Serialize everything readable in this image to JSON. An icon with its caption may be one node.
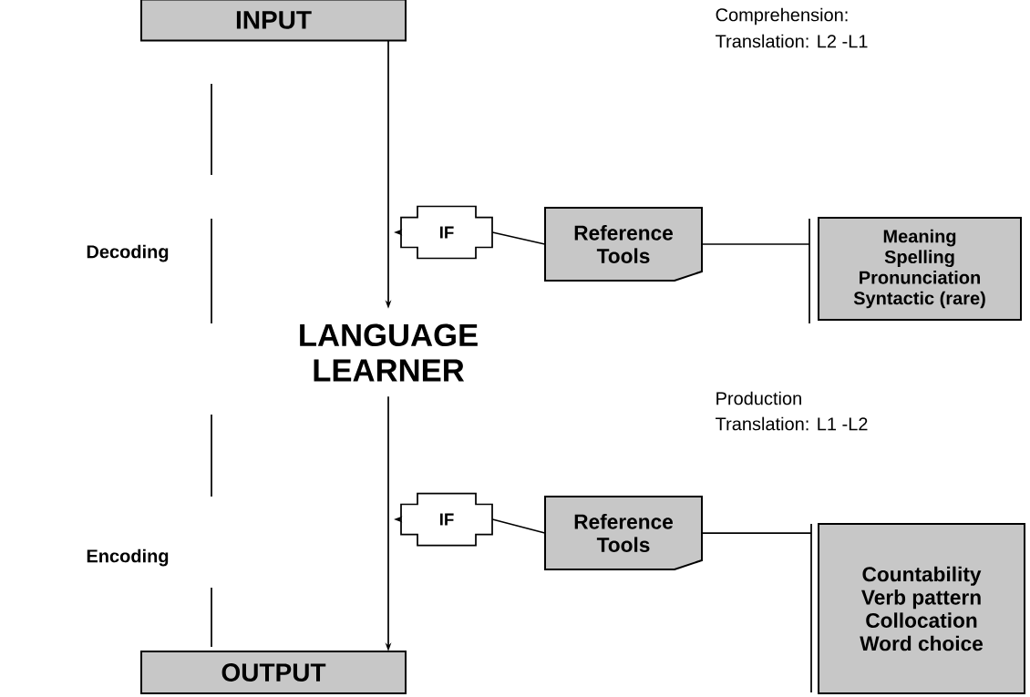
{
  "diagram": {
    "nodes": [
      {
        "text": [
          "INPUT"
        ]
      },
      {
        "text": [
          "LANGUAGE LEARNER"
        ]
      },
      {
        "text": [
          "IF"
        ]
      },
      {
        "text": [
          "Reference Tools"
        ]
      },
      {
        "text": [
          "Meaning",
          "Spelling",
          "Pronunciation",
          "Syntactic (rare)"
        ]
      },
      {
        "text": [
          "IF"
        ]
      },
      {
        "text": [
          "Reference Tools"
        ]
      },
      {
        "text": [
          "Countability",
          "Verb pattern",
          "Collocation",
          "Word choice"
        ]
      },
      {
        "text": [
          "OUTPUT"
        ]
      }
    ],
    "edges": [
      {
        "from": 0,
        "to": 1,
        "arrow": "to"
      },
      {
        "from": 2,
        "to": null,
        "arrow": "to"
      },
      {
        "from": 3,
        "to": 2,
        "arrow": "none"
      },
      {
        "from": 3,
        "to": 4,
        "arrow": "none"
      },
      {
        "from": 1,
        "to": 8,
        "arrow": "to"
      },
      {
        "from": 5,
        "to": null,
        "arrow": "to"
      },
      {
        "from": 6,
        "to": 5,
        "arrow": "none"
      },
      {
        "from": 6,
        "to": 7,
        "arrow": "none"
      }
    ],
    "labels": [
      "Comprehension:",
      "Translation: L2 -L1",
      "Decoding",
      "Production",
      "Translation: L1 -L2",
      "Encoding"
    ]
  }
}
